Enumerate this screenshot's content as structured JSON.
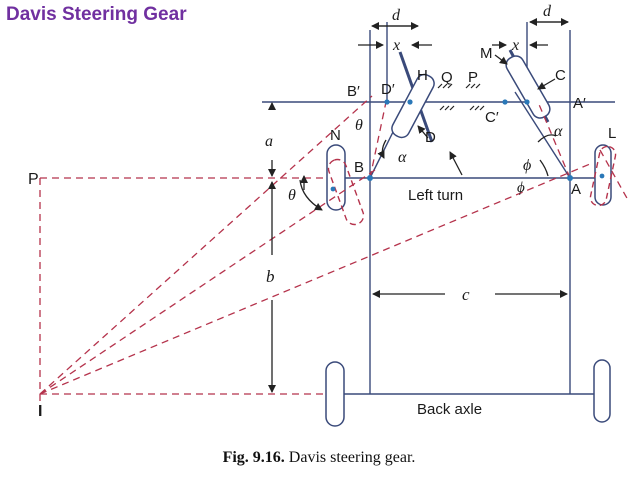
{
  "slide": {
    "title": "Davis Steering Gear"
  },
  "figure": {
    "caption_number": "Fig. 9.16.",
    "caption_text": " Davis steering gear."
  },
  "labels": {
    "d_left": "d",
    "d_right": "d",
    "x_left": "x",
    "x_right": "x",
    "B_prime": "B′",
    "D_prime": "D′",
    "H": "H",
    "Q": "Q",
    "P_top": "P",
    "M": "M",
    "C": "C",
    "A_prime": "A′",
    "C_prime": "C′",
    "a": "a",
    "N": "N",
    "theta_top": "θ",
    "D": "D",
    "alpha_left": "α",
    "alpha_right": "α",
    "B": "B",
    "phi_top": "ϕ",
    "phi_bottom": "ϕ",
    "A": "A",
    "L": "L",
    "P_left": "P",
    "theta_left": "θ",
    "left_turn": "Left turn",
    "b": "b",
    "c": "c",
    "I": "I",
    "back_axle": "Back axle"
  },
  "colors": {
    "line": "#3a4a7a",
    "dashed": "#b5334c",
    "title": "#7030a0",
    "point": "#2a78b8"
  }
}
